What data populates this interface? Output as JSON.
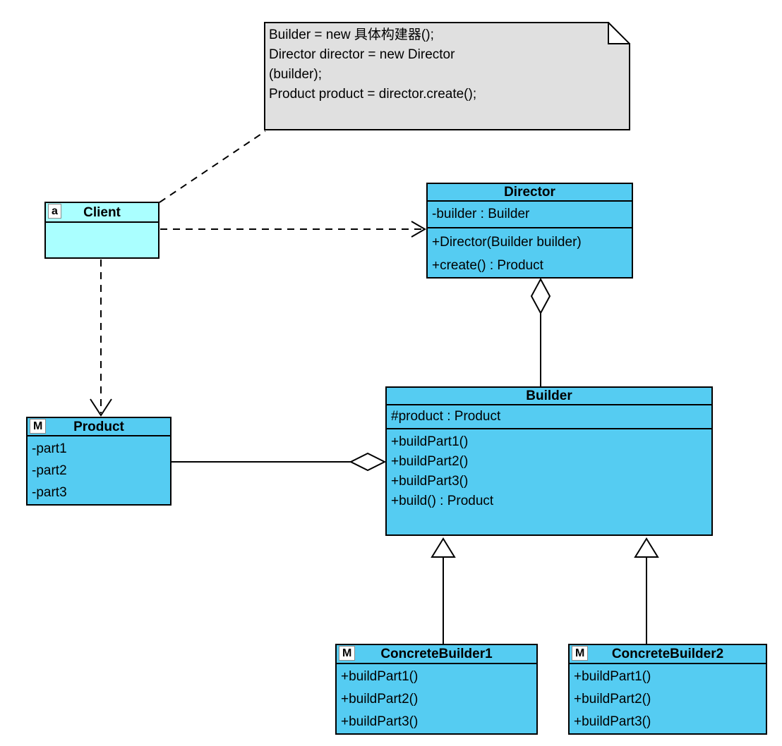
{
  "note": {
    "lines": [
      "Builder = new 具体构建器();",
      "Director director = new Director",
      "(builder);",
      "Product product = director.create();"
    ]
  },
  "classes": {
    "client": {
      "badge": "a",
      "name": "Client"
    },
    "director": {
      "name": "Director",
      "attributes": [
        "-builder : Builder"
      ],
      "methods": [
        "+Director(Builder builder)",
        "+create() : Product"
      ]
    },
    "product": {
      "badge": "M",
      "name": "Product",
      "attributes": [
        "-part1",
        "-part2",
        "-part3"
      ]
    },
    "builder": {
      "name": "Builder",
      "attributes": [
        "#product : Product"
      ],
      "methods": [
        "+buildPart1()",
        "+buildPart2()",
        "+buildPart3()",
        "+build() : Product"
      ]
    },
    "concrete_builder1": {
      "badge": "M",
      "name": "ConcreteBuilder1",
      "methods": [
        "+buildPart1()",
        "+buildPart2()",
        "+buildPart3()"
      ]
    },
    "concrete_builder2": {
      "badge": "M",
      "name": "ConcreteBuilder2",
      "methods": [
        "+buildPart1()",
        "+buildPart2()",
        "+buildPart3()"
      ]
    }
  },
  "colors": {
    "class_fill": "#55CCF2",
    "client_fill": "#AAFFFF",
    "note_fill": "#E0E0E0",
    "border": "#000000",
    "background": "#FFFFFF"
  }
}
